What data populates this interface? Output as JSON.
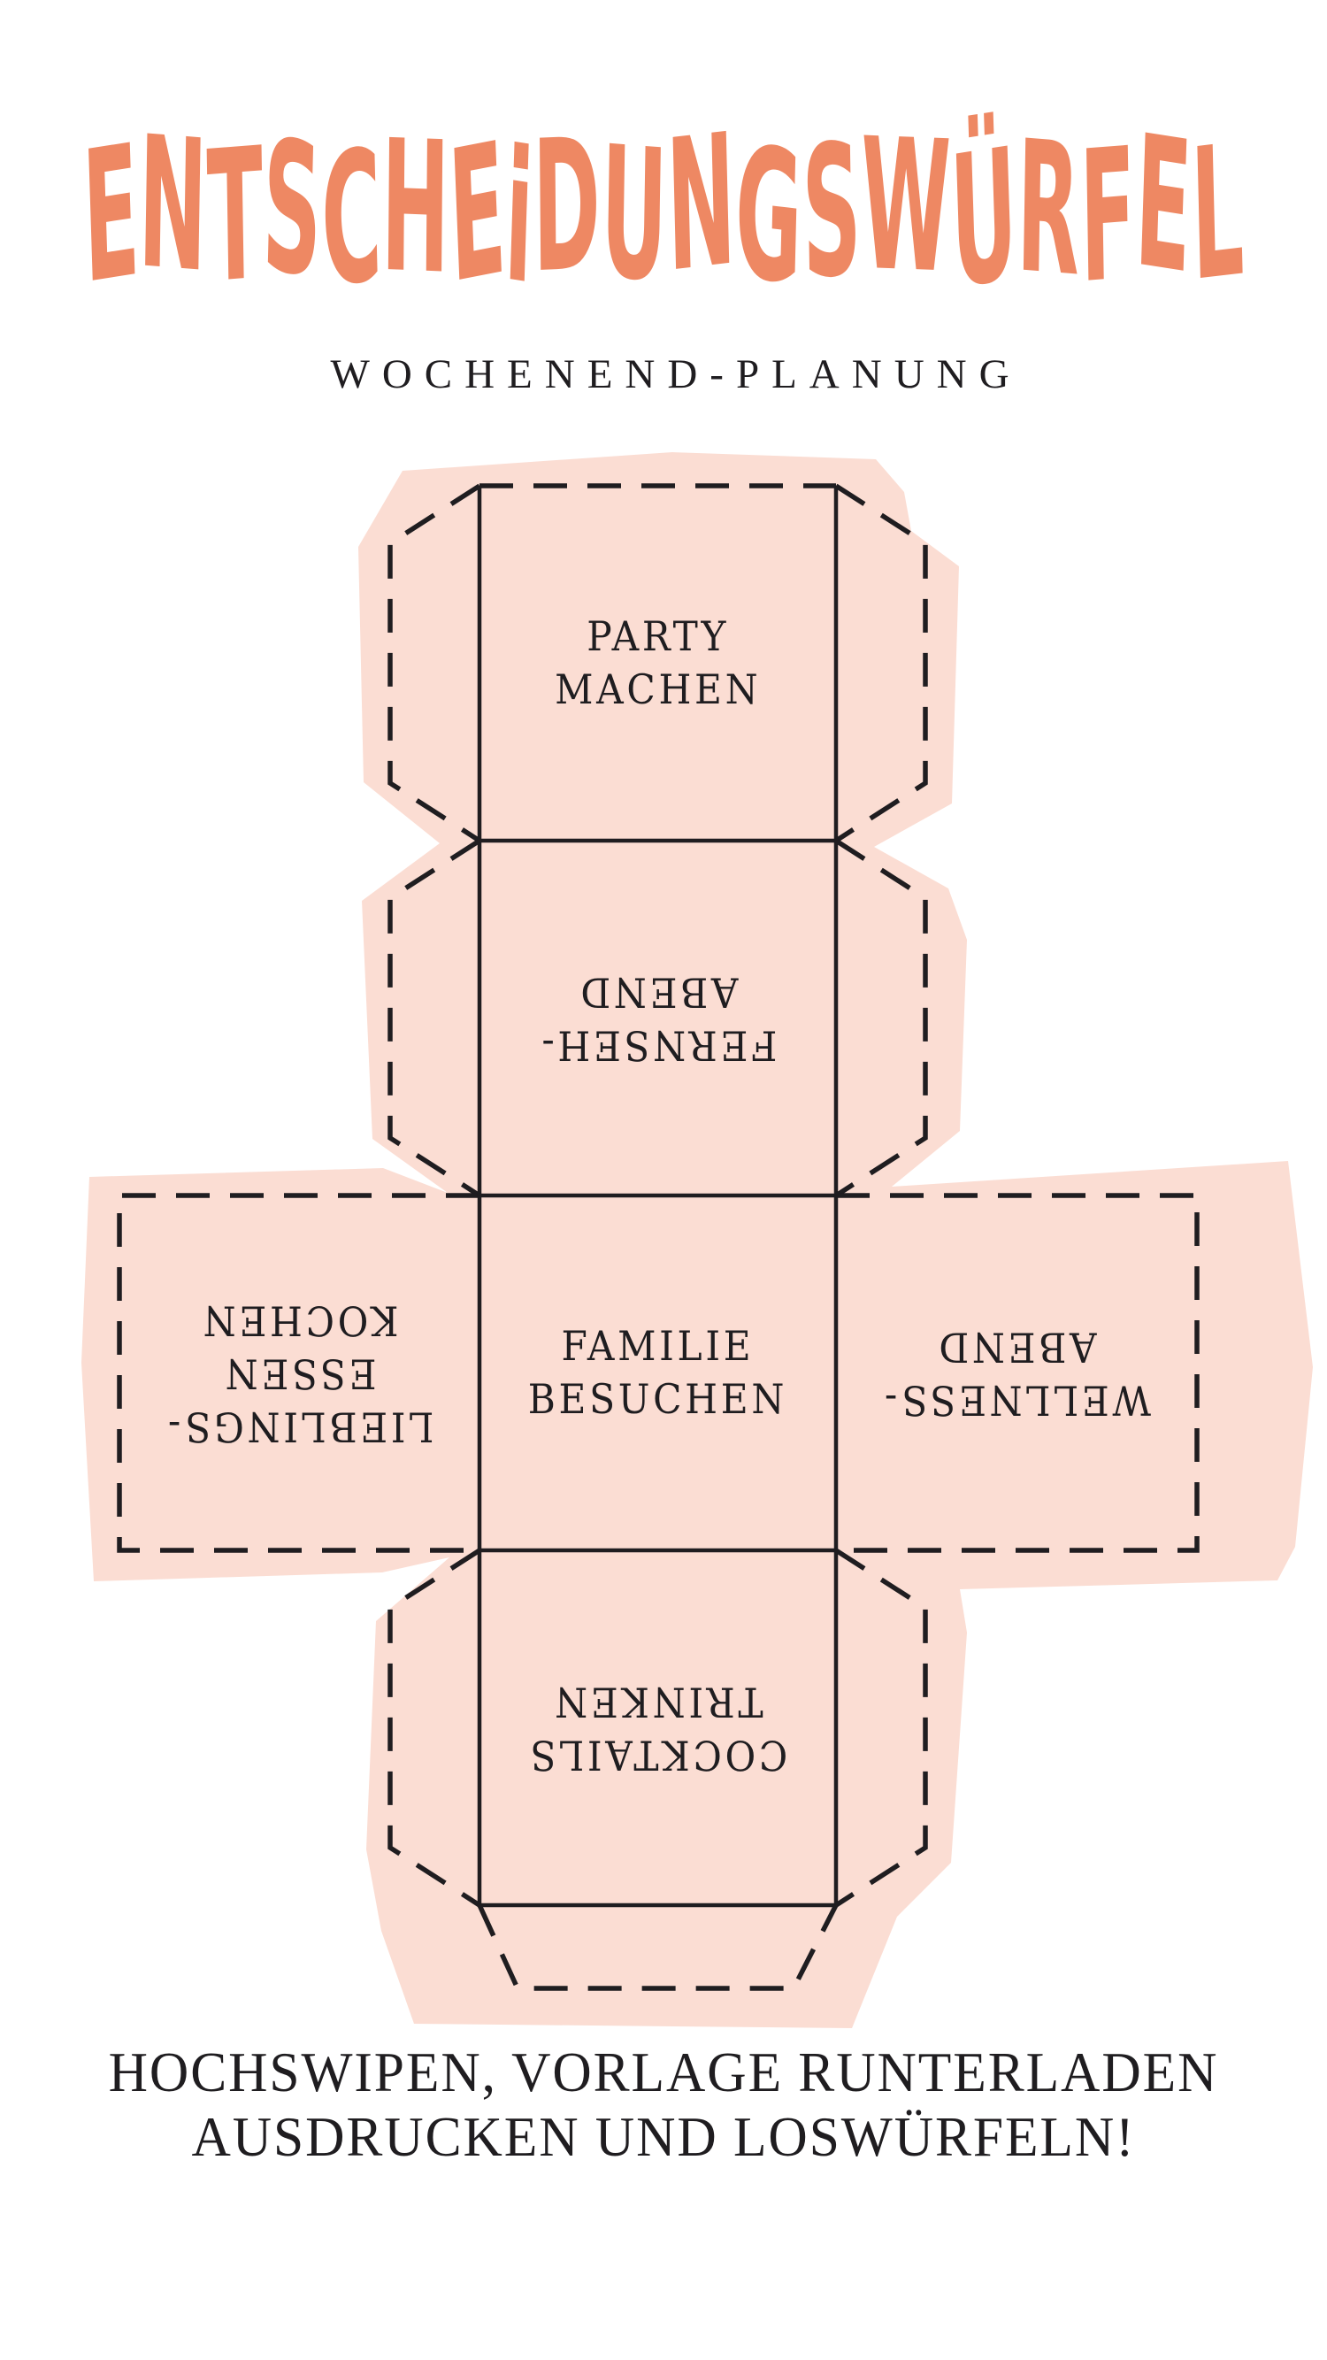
{
  "title": {
    "text": "ENTSCHEiDUNGSWÜRFEL",
    "color": "#ee8863"
  },
  "subtitle": {
    "text": "WOCHENEND-PLANUNG"
  },
  "dice_template": {
    "paper_color": "#fbddd3",
    "line_color": "#1f1d20",
    "faces": [
      {
        "name": "face-top",
        "orientation": "upright",
        "lines": [
          "PARTY",
          "MACHEN"
        ]
      },
      {
        "name": "face-tv",
        "orientation": "rotated-180",
        "lines": [
          "FERNSEH-",
          "ABEND"
        ]
      },
      {
        "name": "face-left",
        "orientation": "rotated-180",
        "lines": [
          "LIEBLINGS-",
          "ESSEN",
          "KOCHEN"
        ]
      },
      {
        "name": "face-center",
        "orientation": "upright",
        "lines": [
          "FAMILIE",
          "BESUCHEN"
        ]
      },
      {
        "name": "face-right",
        "orientation": "rotated-180",
        "lines": [
          "WELLNESS-",
          "ABEND"
        ]
      },
      {
        "name": "face-bottom",
        "orientation": "rotated-180",
        "lines": [
          "COCKTAILS",
          "TRINKEN"
        ]
      }
    ]
  },
  "footer": {
    "line1": "HOCHSWIPEN, VORLAGE RUNTERLADEN",
    "line2": "AUSDRUCKEN UND LOSWÜRFELN!"
  }
}
